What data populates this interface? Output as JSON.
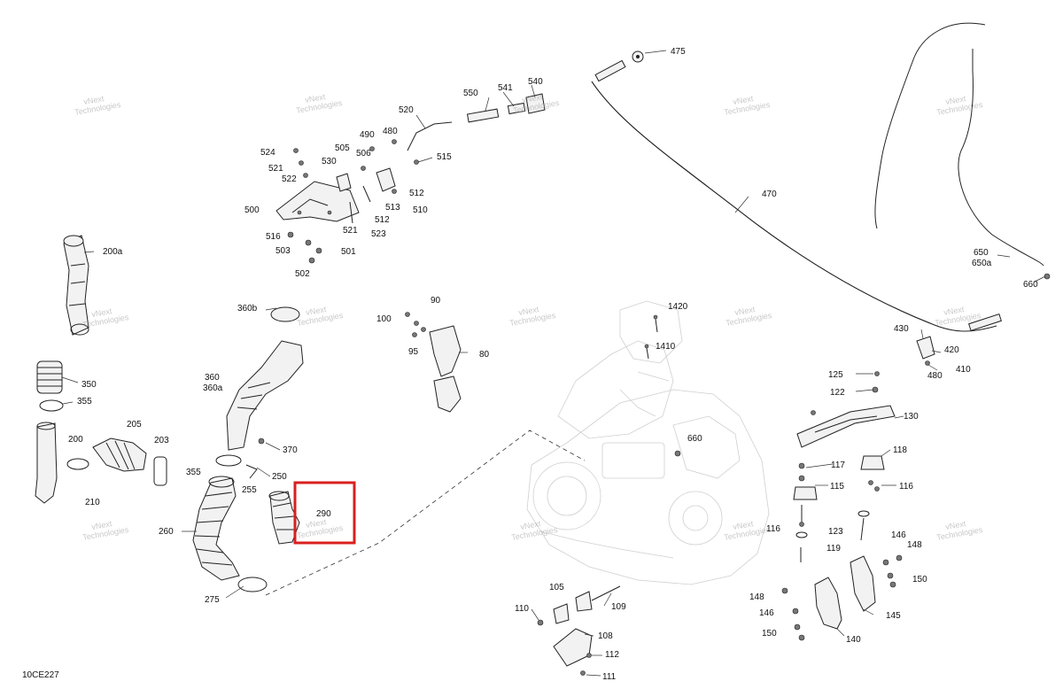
{
  "drawing": {
    "code": "10CE227",
    "highlight_color": "#d8201f",
    "watermark_lines": [
      "vNext",
      "Technologies"
    ]
  },
  "labels": [
    {
      "id": "475",
      "text": "475"
    },
    {
      "id": "550",
      "text": "550"
    },
    {
      "id": "541",
      "text": "541"
    },
    {
      "id": "540",
      "text": "540"
    },
    {
      "id": "520",
      "text": "520"
    },
    {
      "id": "490",
      "text": "490"
    },
    {
      "id": "480a",
      "text": "480"
    },
    {
      "id": "505",
      "text": "505"
    },
    {
      "id": "506",
      "text": "506"
    },
    {
      "id": "515",
      "text": "515"
    },
    {
      "id": "524",
      "text": "524"
    },
    {
      "id": "530",
      "text": "530"
    },
    {
      "id": "521a",
      "text": "521"
    },
    {
      "id": "522",
      "text": "522"
    },
    {
      "id": "512a",
      "text": "512"
    },
    {
      "id": "513",
      "text": "513"
    },
    {
      "id": "510",
      "text": "510"
    },
    {
      "id": "500",
      "text": "500"
    },
    {
      "id": "512b",
      "text": "512"
    },
    {
      "id": "521b",
      "text": "521"
    },
    {
      "id": "523",
      "text": "523"
    },
    {
      "id": "516",
      "text": "516"
    },
    {
      "id": "503",
      "text": "503"
    },
    {
      "id": "501",
      "text": "501"
    },
    {
      "id": "502",
      "text": "502"
    },
    {
      "id": "470",
      "text": "470"
    },
    {
      "id": "650",
      "text": "650"
    },
    {
      "id": "650a",
      "text": "650a"
    },
    {
      "id": "660a",
      "text": "660"
    },
    {
      "id": "200a",
      "text": "200a"
    },
    {
      "id": "360b",
      "text": "360b"
    },
    {
      "id": "90",
      "text": "90"
    },
    {
      "id": "100",
      "text": "100"
    },
    {
      "id": "95",
      "text": "95"
    },
    {
      "id": "80",
      "text": "80"
    },
    {
      "id": "1420",
      "text": "1420"
    },
    {
      "id": "1410",
      "text": "1410"
    },
    {
      "id": "430",
      "text": "430"
    },
    {
      "id": "420",
      "text": "420"
    },
    {
      "id": "410",
      "text": "410"
    },
    {
      "id": "480b",
      "text": "480"
    },
    {
      "id": "350",
      "text": "350"
    },
    {
      "id": "355a",
      "text": "355"
    },
    {
      "id": "360",
      "text": "360"
    },
    {
      "id": "360a",
      "text": "360a"
    },
    {
      "id": "125",
      "text": "125"
    },
    {
      "id": "122",
      "text": "122"
    },
    {
      "id": "130",
      "text": "130"
    },
    {
      "id": "200",
      "text": "200"
    },
    {
      "id": "205",
      "text": "205"
    },
    {
      "id": "203",
      "text": "203"
    },
    {
      "id": "370",
      "text": "370"
    },
    {
      "id": "660b",
      "text": "660"
    },
    {
      "id": "118",
      "text": "118"
    },
    {
      "id": "117",
      "text": "117"
    },
    {
      "id": "355b",
      "text": "355"
    },
    {
      "id": "250",
      "text": "250"
    },
    {
      "id": "255",
      "text": "255"
    },
    {
      "id": "210",
      "text": "210"
    },
    {
      "id": "115",
      "text": "115"
    },
    {
      "id": "116a",
      "text": "116"
    },
    {
      "id": "290",
      "text": "290"
    },
    {
      "id": "260",
      "text": "260"
    },
    {
      "id": "116b",
      "text": "116"
    },
    {
      "id": "123",
      "text": "123"
    },
    {
      "id": "146a",
      "text": "146"
    },
    {
      "id": "148a",
      "text": "148"
    },
    {
      "id": "119",
      "text": "119"
    },
    {
      "id": "150a",
      "text": "150"
    },
    {
      "id": "275",
      "text": "275"
    },
    {
      "id": "105",
      "text": "105"
    },
    {
      "id": "148b",
      "text": "148"
    },
    {
      "id": "109",
      "text": "109"
    },
    {
      "id": "110",
      "text": "110"
    },
    {
      "id": "146b",
      "text": "146"
    },
    {
      "id": "145",
      "text": "145"
    },
    {
      "id": "108",
      "text": "108"
    },
    {
      "id": "150b",
      "text": "150"
    },
    {
      "id": "140",
      "text": "140"
    },
    {
      "id": "112",
      "text": "112"
    },
    {
      "id": "111",
      "text": "111"
    }
  ]
}
